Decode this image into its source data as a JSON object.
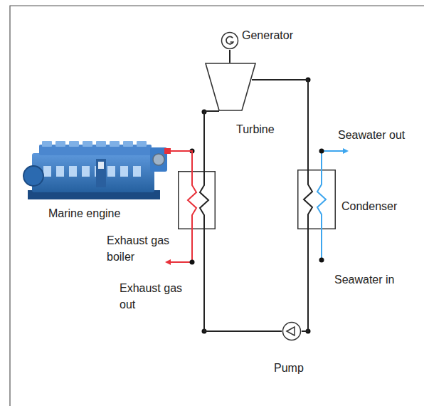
{
  "diagram": {
    "nodes": [
      {
        "text": [
          "Generator"
        ]
      },
      {
        "text": [
          "Turbine"
        ]
      },
      {
        "text": [
          "Marine engine"
        ]
      },
      {
        "text": [
          "Exhaust gas boiler"
        ]
      },
      {
        "text": [
          "Condenser"
        ]
      },
      {
        "text": [
          "Pump"
        ]
      }
    ],
    "edges": [
      {
        "from": 0,
        "to": 1,
        "arrow": "none"
      },
      {
        "from": 1,
        "to": 4,
        "arrow": "none"
      },
      {
        "from": 4,
        "to": 5,
        "arrow": "none"
      },
      {
        "from": 5,
        "to": 3,
        "arrow": "none"
      },
      {
        "from": 3,
        "to": 1,
        "arrow": "none"
      },
      {
        "from": 2,
        "to": 3,
        "arrow": "none"
      }
    ],
    "labels": [
      "Seawater out",
      "Seawater in",
      "Exhaust gas out"
    ]
  }
}
